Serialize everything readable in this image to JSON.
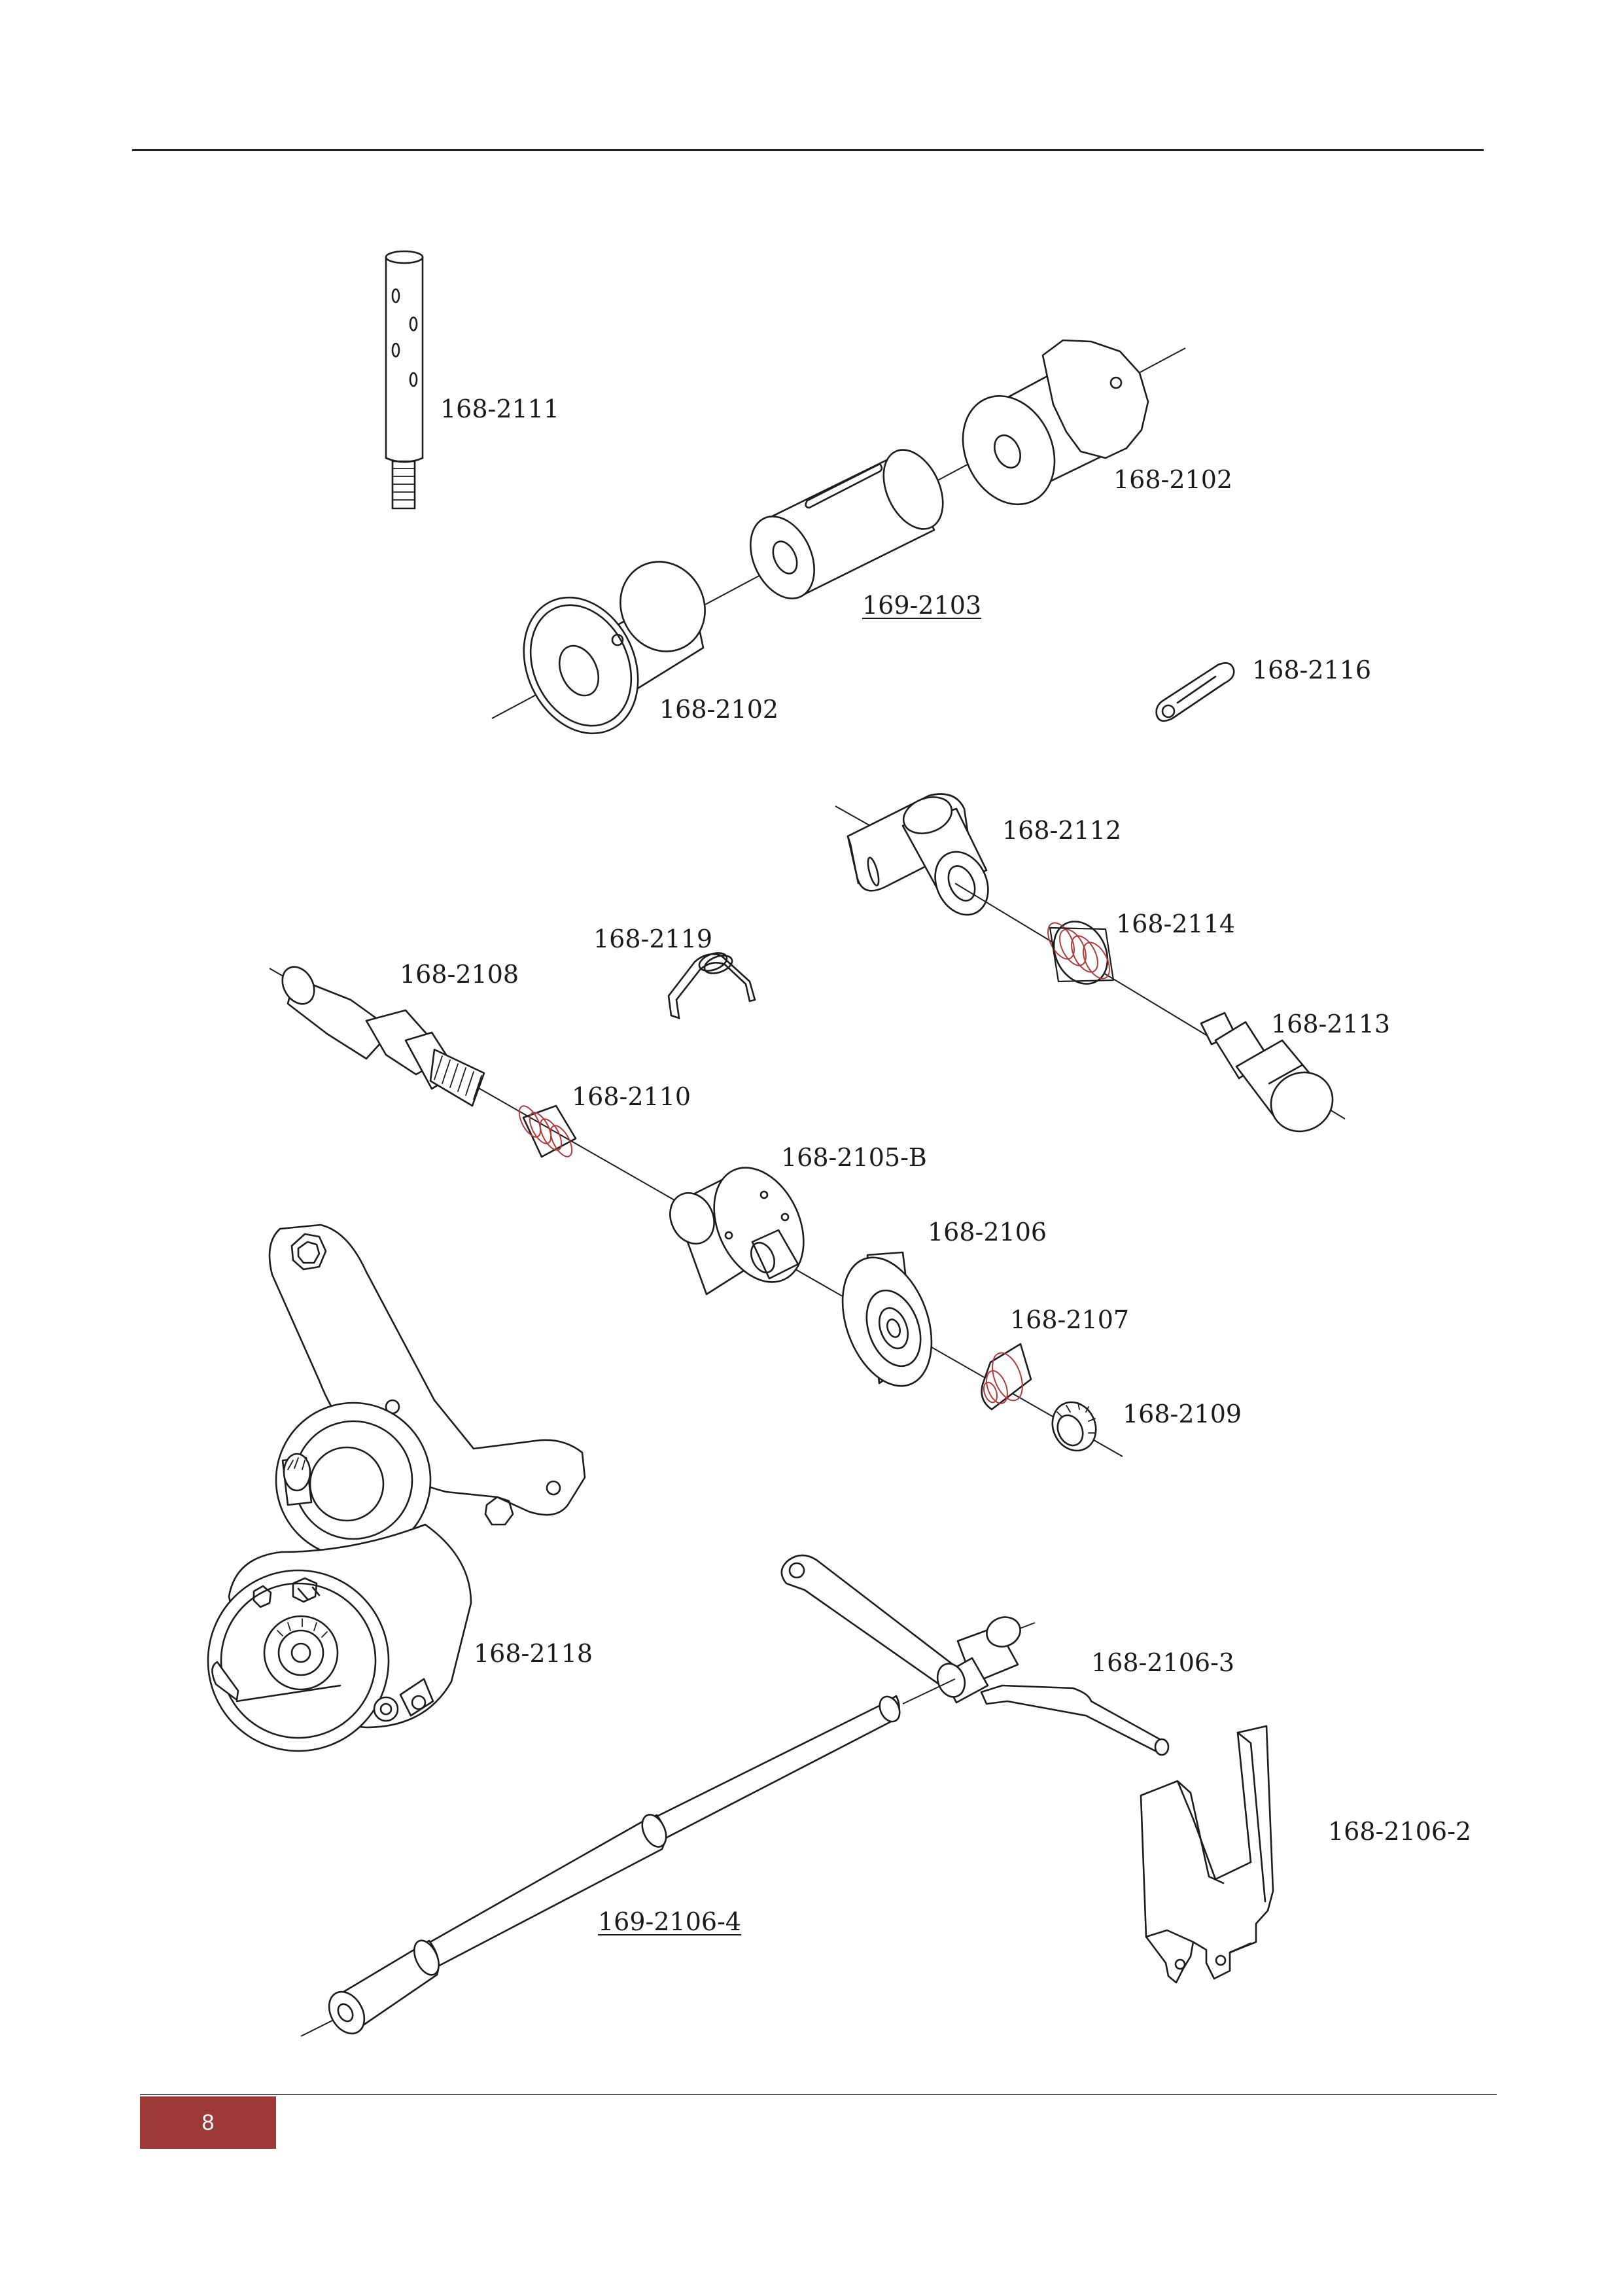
{
  "colors": {
    "badge": "#9b3a37",
    "spring": "#b23a3a",
    "line": "#1c1c1c"
  },
  "page": {
    "number": "8"
  },
  "parts": [
    {
      "id": "p2111",
      "code": "168-2111"
    },
    {
      "id": "p2102a",
      "code": "168-2102"
    },
    {
      "id": "p2103",
      "code": "169-2103",
      "underlined": true
    },
    {
      "id": "p2102b",
      "code": "168-2102"
    },
    {
      "id": "p2116",
      "code": "168-2116"
    },
    {
      "id": "p2112",
      "code": "168-2112"
    },
    {
      "id": "p2114",
      "code": "168-2114"
    },
    {
      "id": "p2119",
      "code": "168-2119"
    },
    {
      "id": "p2108",
      "code": "168-2108"
    },
    {
      "id": "p2113",
      "code": "168-2113"
    },
    {
      "id": "p2110",
      "code": "168-2110"
    },
    {
      "id": "p2105b",
      "code": "168-2105-B"
    },
    {
      "id": "p2106",
      "code": "168-2106"
    },
    {
      "id": "p2107",
      "code": "168-2107"
    },
    {
      "id": "p2109",
      "code": "168-2109"
    },
    {
      "id": "p2118",
      "code": "168-2118"
    },
    {
      "id": "p2106-3",
      "code": "168-2106-3"
    },
    {
      "id": "p2106-2",
      "code": "168-2106-2"
    },
    {
      "id": "p2106-4",
      "code": "169-2106-4",
      "underlined": true
    }
  ]
}
